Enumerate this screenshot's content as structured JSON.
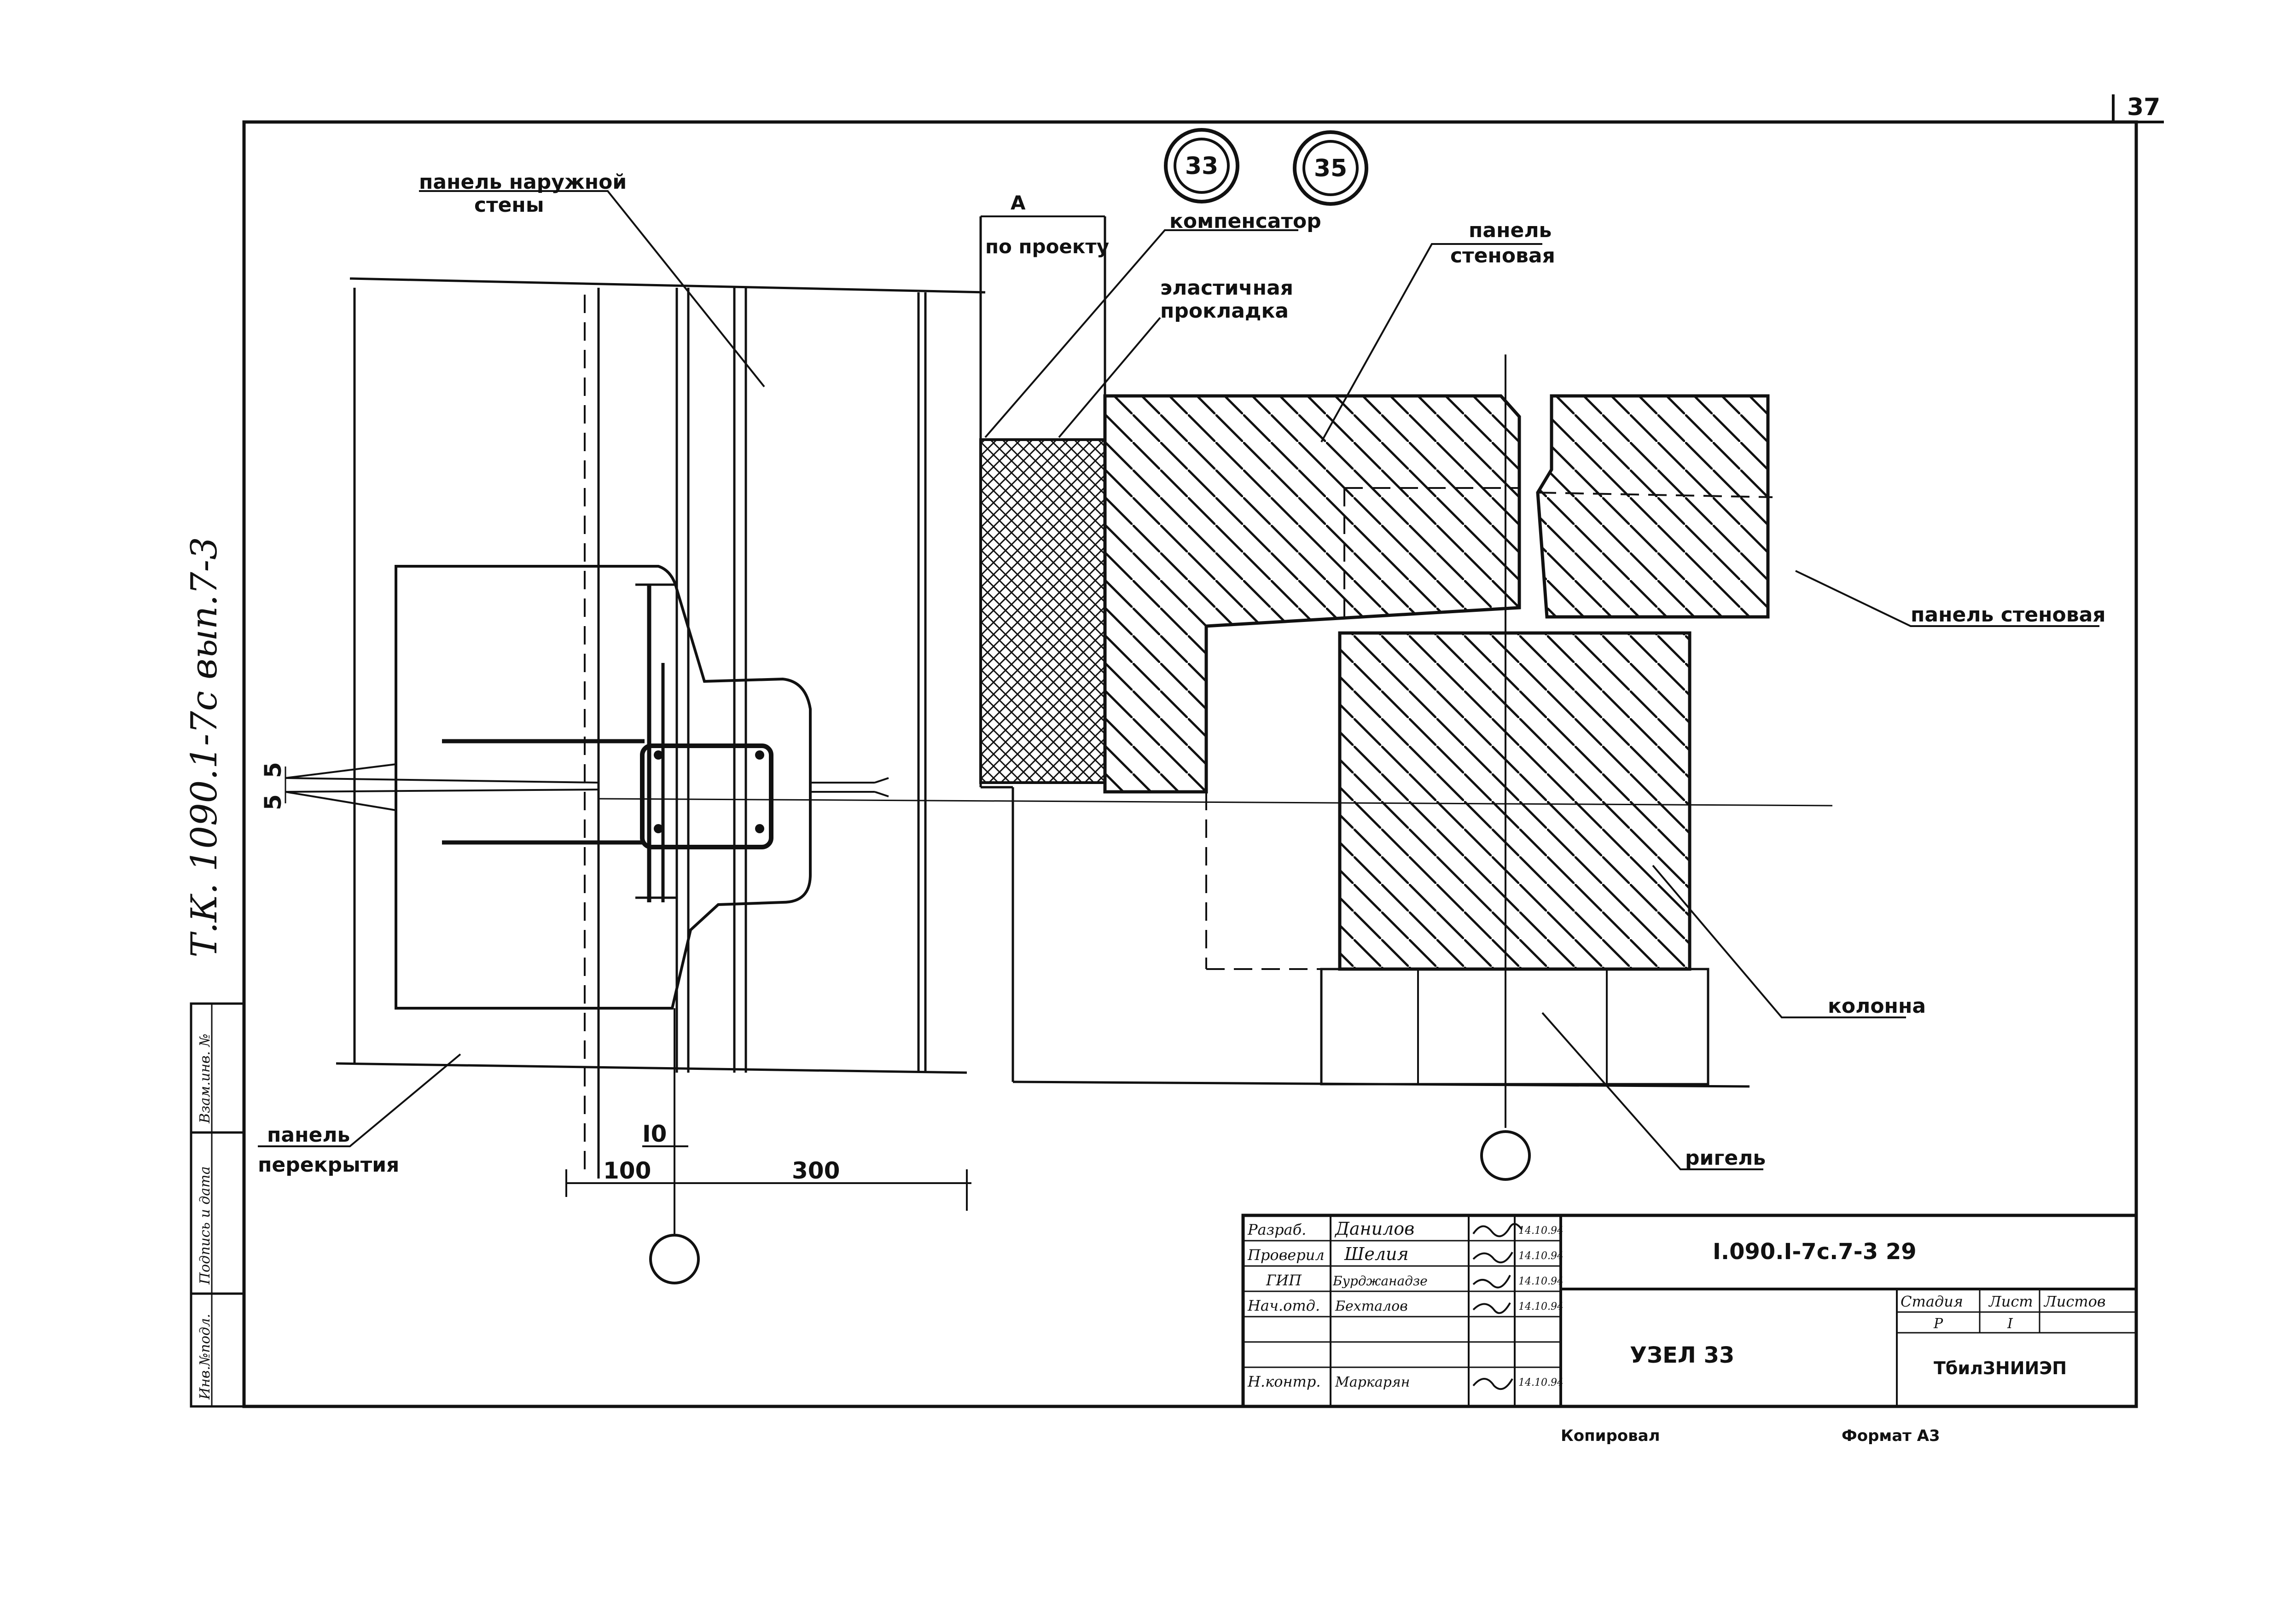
{
  "sheet_number": "37",
  "node_marks": [
    "33",
    "35"
  ],
  "side_note": "Т.К. 1090.1-7с вып.7-3",
  "labels": {
    "outer_wall_panel": [
      "панель наружной",
      "стены"
    ],
    "by_project": "по проекту",
    "dim_a": "А",
    "compensator": "компенсатор",
    "elastic_gasket": [
      "эластичная",
      "прокладка"
    ],
    "wall_panel_top": [
      "панель",
      "стеновая"
    ],
    "wall_panel_right": "панель стеновая",
    "column": "колонна",
    "beam": "ригель",
    "floor_panel": [
      "панель",
      "перекрытия"
    ]
  },
  "dimensions": {
    "d5a": "5",
    "d5b": "5",
    "d10": "I0",
    "d100": "100",
    "d300": "300"
  },
  "side_stamp": [
    "Инв.№подл.",
    "Подпись и дата",
    "Взам.инв. №"
  ],
  "title_block": {
    "roles": [
      "Разраб.",
      "Проверил",
      "ГИП",
      "Нач.отд.",
      "",
      "",
      "Н.контр."
    ],
    "names": [
      "Данилов",
      "Шелия",
      "Бурджанадзе",
      "Бехталов",
      "",
      "",
      "Маркарян"
    ],
    "dates": [
      "14.10.94",
      "14.10.94",
      "14.10.94",
      "14.10.94",
      "",
      "",
      "14.10.94"
    ],
    "doc_code": "I.090.I-7с.7-3  29",
    "title": "УЗЕЛ 33",
    "col_stage": "Стадия",
    "col_sheet": "Лист",
    "col_sheets": "Листов",
    "stage": "Р",
    "sheet": "I",
    "org": "ТбилЗНИИЭП"
  },
  "footer": {
    "copied": "Копировал",
    "format": "Формат А3"
  }
}
